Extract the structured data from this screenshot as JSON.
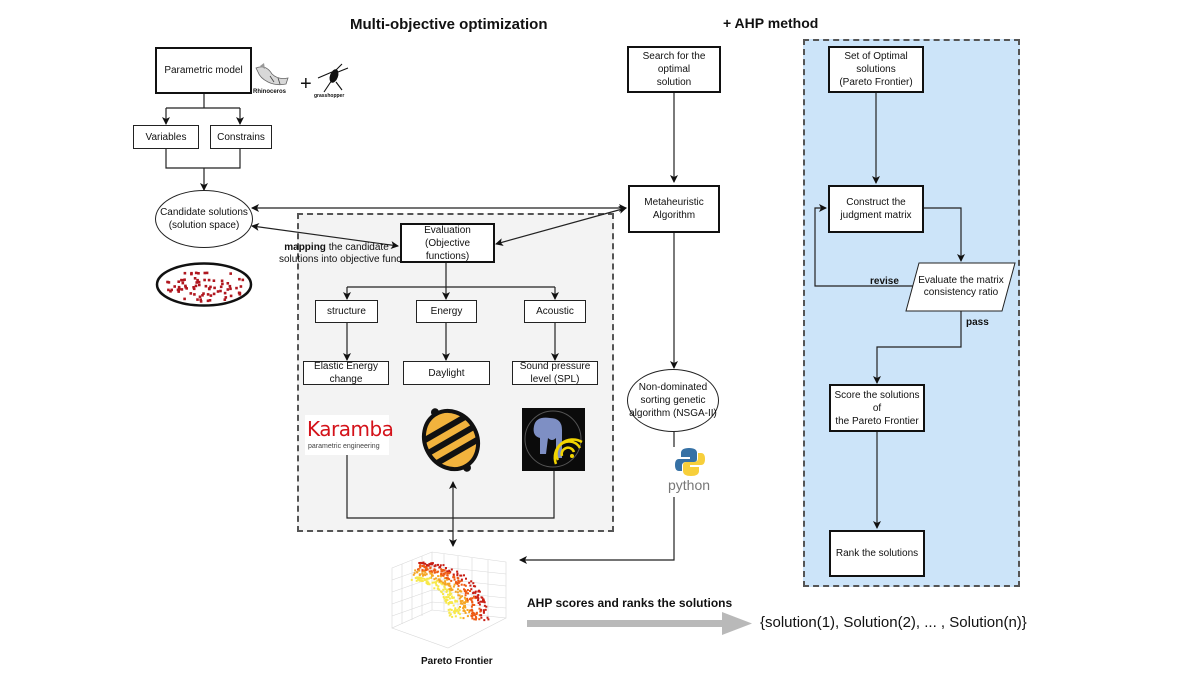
{
  "titles": {
    "moo": "Multi-objective optimization",
    "ahp": "+ AHP method"
  },
  "left": {
    "parametric_model": "Parametric model",
    "rhino_logo_text": "Rhinoceros",
    "plus": "+",
    "grasshopper_logo_text": "grasshopper",
    "variables": "Variables",
    "constrains": "Constrains",
    "candidate_line1": "Candidate solutions",
    "candidate_line2": "(solution space)"
  },
  "mapping": {
    "bold": "mapping",
    "rest_line1": " the candidate",
    "line2": "solutions into objective functions"
  },
  "evaluation": {
    "line1": "Evaluation",
    "line2": "(Objective functions)",
    "categories": [
      "structure",
      "Energy",
      "Acoustic"
    ],
    "outputs": [
      {
        "line1": "Elastic Energy",
        "line2": "change"
      },
      {
        "line1": "Daylight",
        "line2": ""
      },
      {
        "line1": "Sound pressure",
        "line2": "level (SPL)"
      }
    ],
    "karamba_logo": "Karamba",
    "karamba_sub": "parametric engineering"
  },
  "search": {
    "optimal_line1": "Search for the optimal",
    "optimal_line2": "solution",
    "meta_line1": "Metaheuristic",
    "meta_line2": "Algorithm",
    "nsga_line1": "Non-dominated",
    "nsga_line2": "sorting genetic",
    "nsga_line3": "algorithm (NSGA-II)",
    "python_text": "python"
  },
  "ahp": {
    "set_line1": "Set of Optimal",
    "set_line2": "solutions",
    "set_line3": "(Pareto Frontier)",
    "construct_line1": "Construct the",
    "construct_line2": "judgment matrix",
    "evaluate_line1": "Evaluate the matrix",
    "evaluate_line2": "consistency ratio",
    "revise": "revise",
    "pass": "pass",
    "score_line1": "Score the solutions of",
    "score_line2": "the Pareto Frontier",
    "rank": "Rank the solutions",
    "region_color": "#cce4f9"
  },
  "bottom": {
    "pareto_label": "Pareto Frontier",
    "ahp_scores": "AHP scores and ranks the solutions",
    "result_set": "{solution(1), Solution(2), ... , Solution(n)}"
  },
  "colors": {
    "region_gray": "#f3f3f3",
    "region_blue": "#cce4f9",
    "arrow_gray": "#b9b9b9",
    "karamba_red": "#d4121a",
    "bee_orange": "#f2b33d",
    "elephant_blue": "#7e8fc4"
  }
}
